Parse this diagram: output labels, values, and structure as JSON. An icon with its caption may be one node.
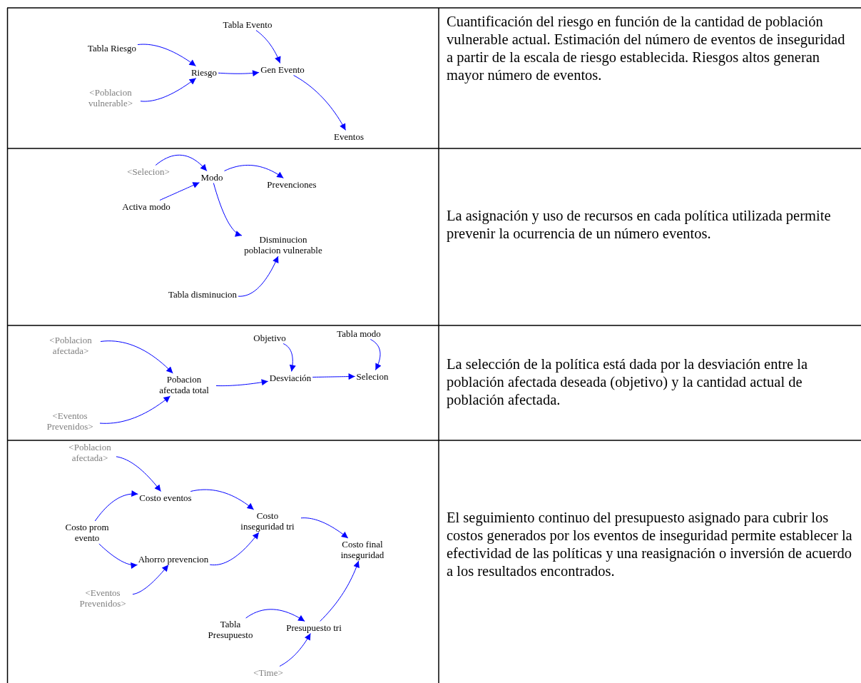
{
  "diagram": {
    "nodes": [
      {
        "text": [
          "Tabla Evento"
        ]
      },
      {
        "text": [
          "Tabla Riesgo"
        ]
      },
      {
        "text": [
          "Riesgo"
        ]
      },
      {
        "text": [
          "Gen Evento"
        ]
      },
      {
        "text": [
          "<Poblacion vulnerable>"
        ]
      },
      {
        "text": [
          "Eventos"
        ]
      },
      {
        "text": [
          "<Selecion>"
        ]
      },
      {
        "text": [
          "Modo"
        ]
      },
      {
        "text": [
          "Prevenciones"
        ]
      },
      {
        "text": [
          "Activa modo"
        ]
      },
      {
        "text": [
          "Disminucion poblacion vulnerable"
        ]
      },
      {
        "text": [
          "Tabla disminucion"
        ]
      },
      {
        "text": [
          "Objetivo"
        ]
      },
      {
        "text": [
          "Tabla modo"
        ]
      },
      {
        "text": [
          "<Poblacion afectada>"
        ]
      },
      {
        "text": [
          "Desviación"
        ]
      },
      {
        "text": [
          "Selecion"
        ]
      },
      {
        "text": [
          "Pobacion afectada total"
        ]
      },
      {
        "text": [
          "<Eventos Prevenidos>"
        ]
      },
      {
        "text": [
          "<Poblacion afectada>"
        ]
      },
      {
        "text": [
          "Costo eventos"
        ]
      },
      {
        "text": [
          "Costo inseguridad tri"
        ]
      },
      {
        "text": [
          "Costo prom evento"
        ]
      },
      {
        "text": [
          "Costo final inseguridad"
        ]
      },
      {
        "text": [
          "Ahorro prevencion"
        ]
      },
      {
        "text": [
          "<Eventos Prevenidos>"
        ]
      },
      {
        "text": [
          "Tabla Presupuesto"
        ]
      },
      {
        "text": [
          "Presupuesto tri"
        ]
      },
      {
        "text": [
          "<Time>"
        ]
      }
    ],
    "edges": [
      {
        "from": 1,
        "to": 2,
        "arrow": "to"
      },
      {
        "from": 4,
        "to": 2,
        "arrow": "to"
      },
      {
        "from": 2,
        "to": 3,
        "arrow": "to"
      },
      {
        "from": 0,
        "to": 3,
        "arrow": "to"
      },
      {
        "from": 3,
        "to": 5,
        "arrow": "to"
      },
      {
        "from": 6,
        "to": 7,
        "arrow": "to"
      },
      {
        "from": 9,
        "to": 7,
        "arrow": "to"
      },
      {
        "from": 7,
        "to": 8,
        "arrow": "to"
      },
      {
        "from": 7,
        "to": 10,
        "arrow": "to"
      },
      {
        "from": 11,
        "to": 10,
        "arrow": "to"
      },
      {
        "from": 14,
        "to": 17,
        "arrow": "to"
      },
      {
        "from": 18,
        "to": 17,
        "arrow": "to"
      },
      {
        "from": 17,
        "to": 15,
        "arrow": "to"
      },
      {
        "from": 12,
        "to": 15,
        "arrow": "to"
      },
      {
        "from": 15,
        "to": 16,
        "arrow": "to"
      },
      {
        "from": 13,
        "to": 16,
        "arrow": "to"
      },
      {
        "from": 19,
        "to": 20,
        "arrow": "to"
      },
      {
        "from": 22,
        "to": 20,
        "arrow": "to"
      },
      {
        "from": 22,
        "to": 24,
        "arrow": "to"
      },
      {
        "from": 20,
        "to": 21,
        "arrow": "to"
      },
      {
        "from": 24,
        "to": 21,
        "arrow": "to"
      },
      {
        "from": 25,
        "to": 24,
        "arrow": "to"
      },
      {
        "from": 21,
        "to": 23,
        "arrow": "to"
      },
      {
        "from": 26,
        "to": 27,
        "arrow": "to"
      },
      {
        "from": 28,
        "to": 27,
        "arrow": "to"
      },
      {
        "from": 27,
        "to": 23,
        "arrow": "to"
      }
    ],
    "labels": [
      "Cuantificación del riesgo en función de la cantidad de población vulnerable actual. Estimación del número de eventos de inseguridad a partir de la escala de riesgo establecida. Riesgos altos generan mayor número de eventos.",
      "La asignación y uso de recursos en cada política utilizada permite prevenir la ocurrencia de un número eventos.",
      "La selección de la política está dada por la desviación entre la población afectada deseada (objetivo) y la cantidad actual de población afectada.",
      "El seguimiento continuo del presupuesto asignado para cubrir los costos generados por los eventos de inseguridad permite establecer la efectividad de las políticas y una reasignación o inversión de acuerdo a los resultados encontrados."
    ]
  }
}
